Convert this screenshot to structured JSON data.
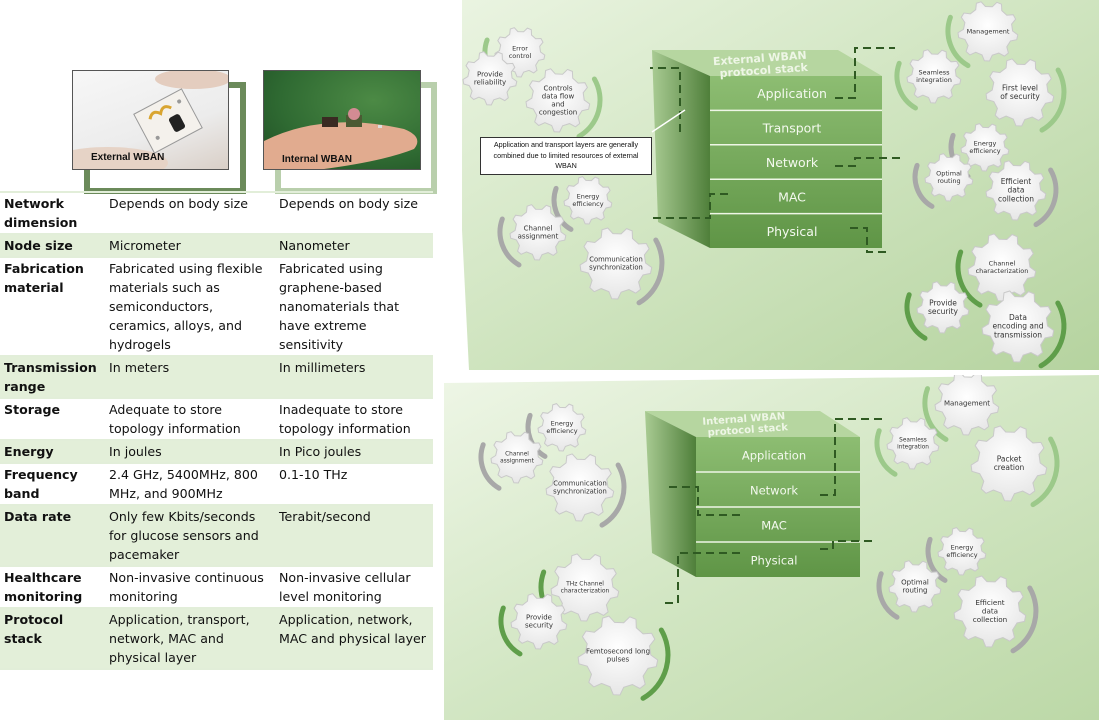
{
  "photos": {
    "external": {
      "caption": "External WBAN",
      "icon": "sensor-chip-photo"
    },
    "internal": {
      "caption": "Internal WBAN",
      "icon": "nano-device-photo"
    }
  },
  "table": {
    "rows": [
      {
        "attribute": "Network dimension",
        "external": "Depends on body size",
        "internal": "Depends on body size"
      },
      {
        "attribute": "Node size",
        "external": "Micrometer",
        "internal": "Nanometer"
      },
      {
        "attribute": "Fabrication material",
        "external": "Fabricated using flexible materials such as semiconductors, ceramics, alloys, and hydrogels",
        "internal": "Fabricated using graphene-based nanomaterials that have extreme sensitivity"
      },
      {
        "attribute": "Transmission range",
        "external": "In meters",
        "internal": "In millimeters"
      },
      {
        "attribute": "Storage",
        "external": "Adequate to store topology information",
        "internal": "Inadequate to store topology information"
      },
      {
        "attribute": "Energy",
        "external": "In joules",
        "internal": "In Pico joules"
      },
      {
        "attribute": "Frequency band",
        "external": "2.4 GHz, 5400MHz, 800 MHz, and 900MHz",
        "internal": "0.1-10 THz"
      },
      {
        "attribute": "Data rate",
        "external": "Only few Kbits/seconds for glucose sensors and pacemaker",
        "internal": "Terabit/second"
      },
      {
        "attribute": "Healthcare monitoring",
        "external": "Non-invasive continuous monitoring",
        "internal": "Non-invasive cellular level monitoring"
      },
      {
        "attribute": "Protocol stack",
        "external": "Application, transport, network, MAC and physical layer",
        "internal": "Application, network, MAC and physical layer"
      }
    ]
  },
  "external_stack": {
    "title": [
      "External WBAN",
      "protocol stack"
    ],
    "layers": [
      "Application",
      "Transport",
      "Network",
      "MAC",
      "Physical"
    ],
    "note": "Application and transport layers are generally combined due to limited resources of external WBAN",
    "gear_groups": {
      "transport": [
        "Error control",
        "Provide reliability",
        "Controls data flow and congestion"
      ],
      "mac": [
        "Energy efficiency",
        "Channel assignment",
        "Communication synchronization"
      ],
      "application": [
        "Management",
        "Seamless integration",
        "First level of security"
      ],
      "network": [
        "Energy efficiency",
        "Optimal routing",
        "Efficient data collection"
      ],
      "physical": [
        "Channel characterization",
        "Provide security",
        "Data encoding and transmission"
      ]
    }
  },
  "internal_stack": {
    "title": [
      "Internal WBAN",
      "protocol stack"
    ],
    "layers": [
      "Application",
      "Network",
      "MAC",
      "Physical"
    ],
    "gear_groups": {
      "mac": [
        "Energy efficiency",
        "Channel assignment",
        "Communication synchronization"
      ],
      "application": [
        "Management",
        "Seamless integration",
        "Packet creation"
      ],
      "network": [
        "Energy efficiency",
        "Optimal routing",
        "Efficient data collection"
      ],
      "physical": [
        "THz Channel characterization",
        "Provide security",
        "Femtosecond long pulses"
      ]
    }
  },
  "colors": {
    "panel_bg": "#d4e8c4",
    "stack_front": "#79ab5e",
    "stack_side": "#5e8e47",
    "table_shade": "#e3efd9",
    "frame_dark": "#6b8a5a",
    "frame_light": "#b9cfac"
  }
}
